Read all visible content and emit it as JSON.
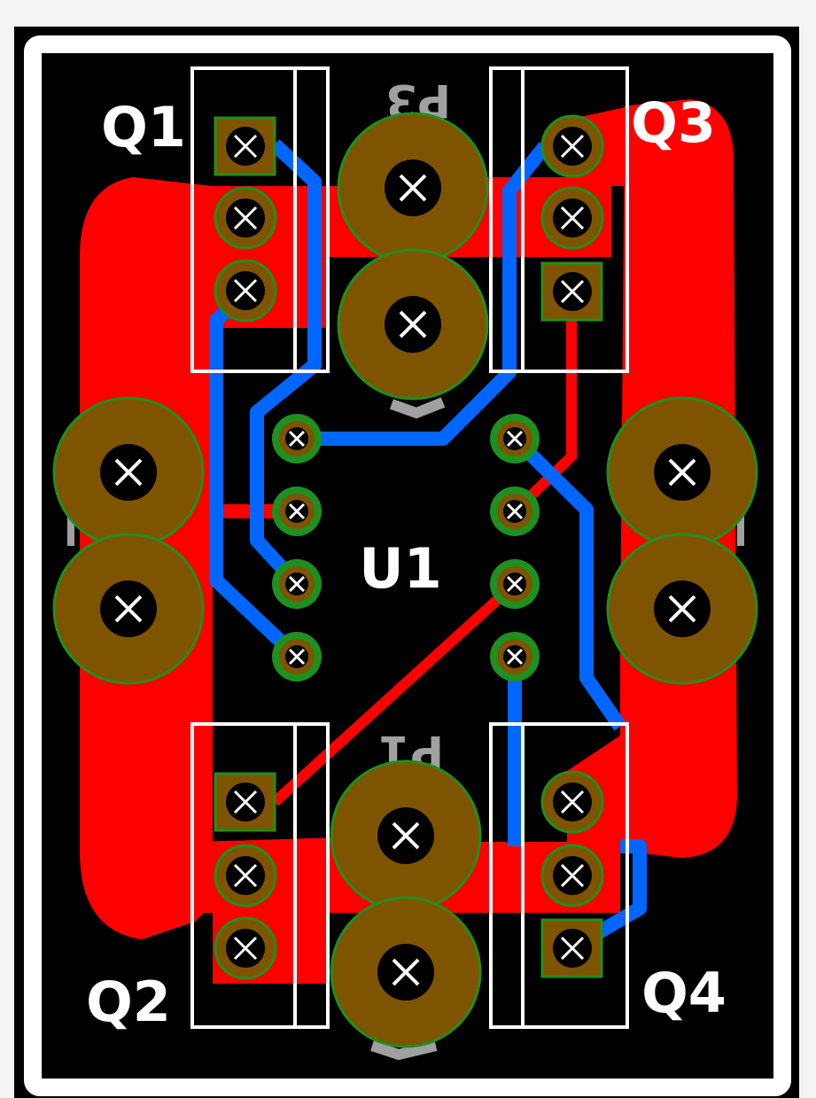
{
  "board": {
    "designators": {
      "q1": "Q1",
      "q2": "Q2",
      "q3": "Q3",
      "q4": "Q4",
      "u1": "U1"
    },
    "bottom_silk": {
      "p3": "P3",
      "p1": "P1"
    }
  },
  "colors": {
    "background": "#f4f4f4",
    "board": "#000000",
    "outline": "#ffffff",
    "top_copper": "#ff0000",
    "bottom_copper": "#0066ff",
    "pad": "#7f5400",
    "pad_edge": "#1f8f1f",
    "silkscreen": "#ffffff",
    "bottom_silkscreen": "#a0a0a0"
  }
}
